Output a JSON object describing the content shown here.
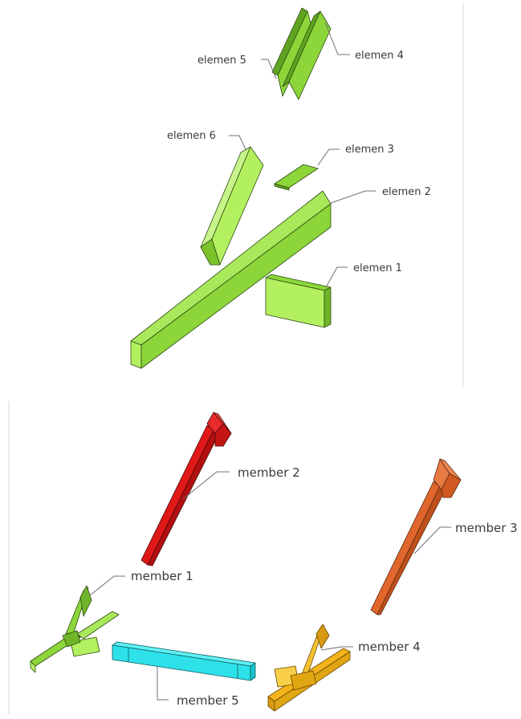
{
  "top_panel": {
    "labels": {
      "elemen1": "elemen 1",
      "elemen2": "elemen 2",
      "elemen3": "elemen 3",
      "elemen4": "elemen 4",
      "elemen5": "elemen 5",
      "elemen6": "elemen 6"
    }
  },
  "bottom_panel": {
    "labels": {
      "member1": "member 1",
      "member2": "member 2",
      "member3": "member 3",
      "member4": "member 4",
      "member5": "member 5"
    }
  },
  "colors": {
    "green_light": "#b3f060",
    "green_mid": "#8cd63a",
    "green_dark": "#5fa420",
    "red": "#e01818",
    "orange": "#e0662c",
    "yellow": "#f2b41a",
    "cyan": "#2ee0e8"
  }
}
